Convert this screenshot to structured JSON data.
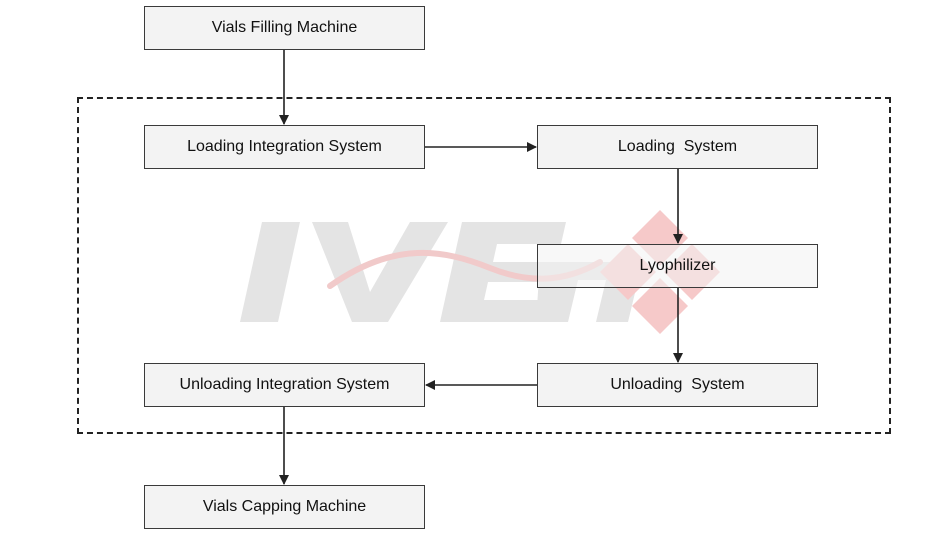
{
  "watermark": {
    "brand_text": "IVEN",
    "text_color": "#e2e2e2",
    "accent_color": "#f2c6c6"
  },
  "diagram": {
    "nodes": {
      "filling": "Vials Filling Machine",
      "loading_integration": "Loading Integration System",
      "loading": "Loading  System",
      "lyophilizer": "Lyophilizer",
      "unloading": "Unloading  System",
      "unloading_integration": "Unloading Integration System",
      "capping": "Vials Capping Machine"
    },
    "edges": [
      [
        "filling",
        "loading_integration"
      ],
      [
        "loading_integration",
        "loading"
      ],
      [
        "loading",
        "lyophilizer"
      ],
      [
        "lyophilizer",
        "unloading"
      ],
      [
        "unloading",
        "unloading_integration"
      ],
      [
        "unloading_integration",
        "capping"
      ]
    ],
    "line_color": "#222222",
    "node_fill": "#f3f3f3"
  }
}
